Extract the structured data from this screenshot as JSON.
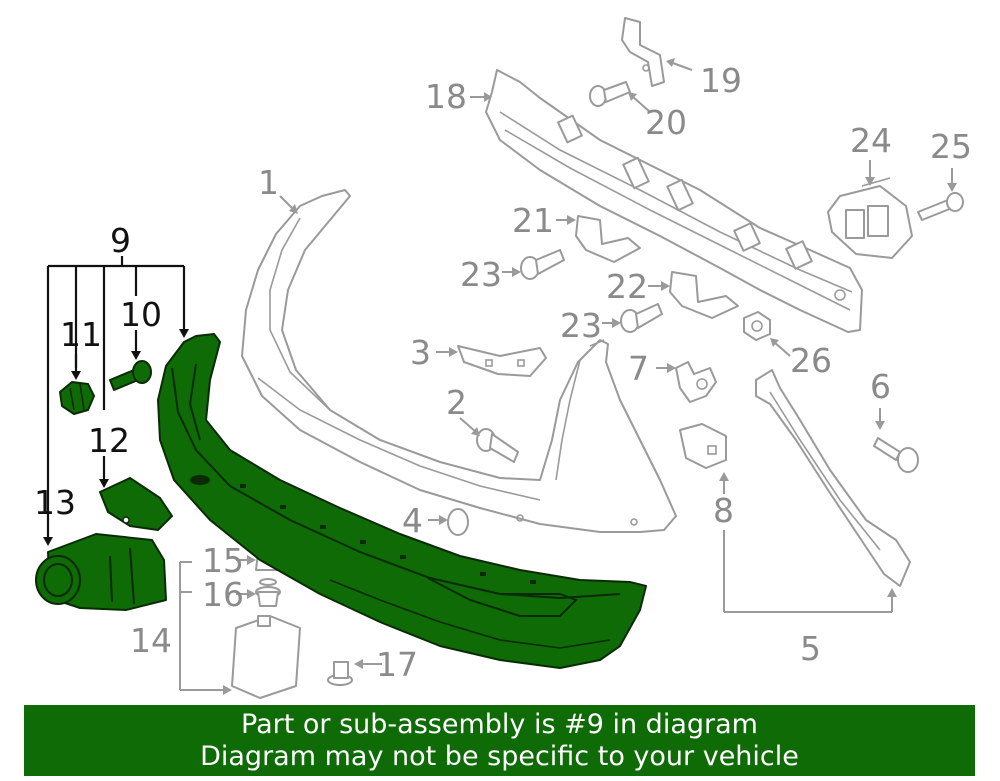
{
  "colors": {
    "highlight": "#0e6b06",
    "highlight_dark": "#0b2a06",
    "line_gray": "#9a9a9a",
    "label_gray": "#8a8a8a",
    "label_black": "#111111",
    "banner_bg": "#0e6b06",
    "banner_text": "#ffffff"
  },
  "callouts": {
    "c1": "1",
    "c2": "2",
    "c3": "3",
    "c4": "4",
    "c5": "5",
    "c6": "6",
    "c7": "7",
    "c8": "8",
    "c9": "9",
    "c10": "10",
    "c11": "11",
    "c12": "12",
    "c13": "13",
    "c14": "14",
    "c15": "15",
    "c16": "16",
    "c17": "17",
    "c18": "18",
    "c19": "19",
    "c20": "20",
    "c21": "21",
    "c22": "22",
    "c23a": "23",
    "c23b": "23",
    "c24": "24",
    "c25": "25",
    "c26": "26"
  },
  "highlighted_part": "9",
  "banner": {
    "line1": "Part or sub-assembly is #9 in diagram",
    "line2": "Diagram may not be specific to your vehicle"
  }
}
